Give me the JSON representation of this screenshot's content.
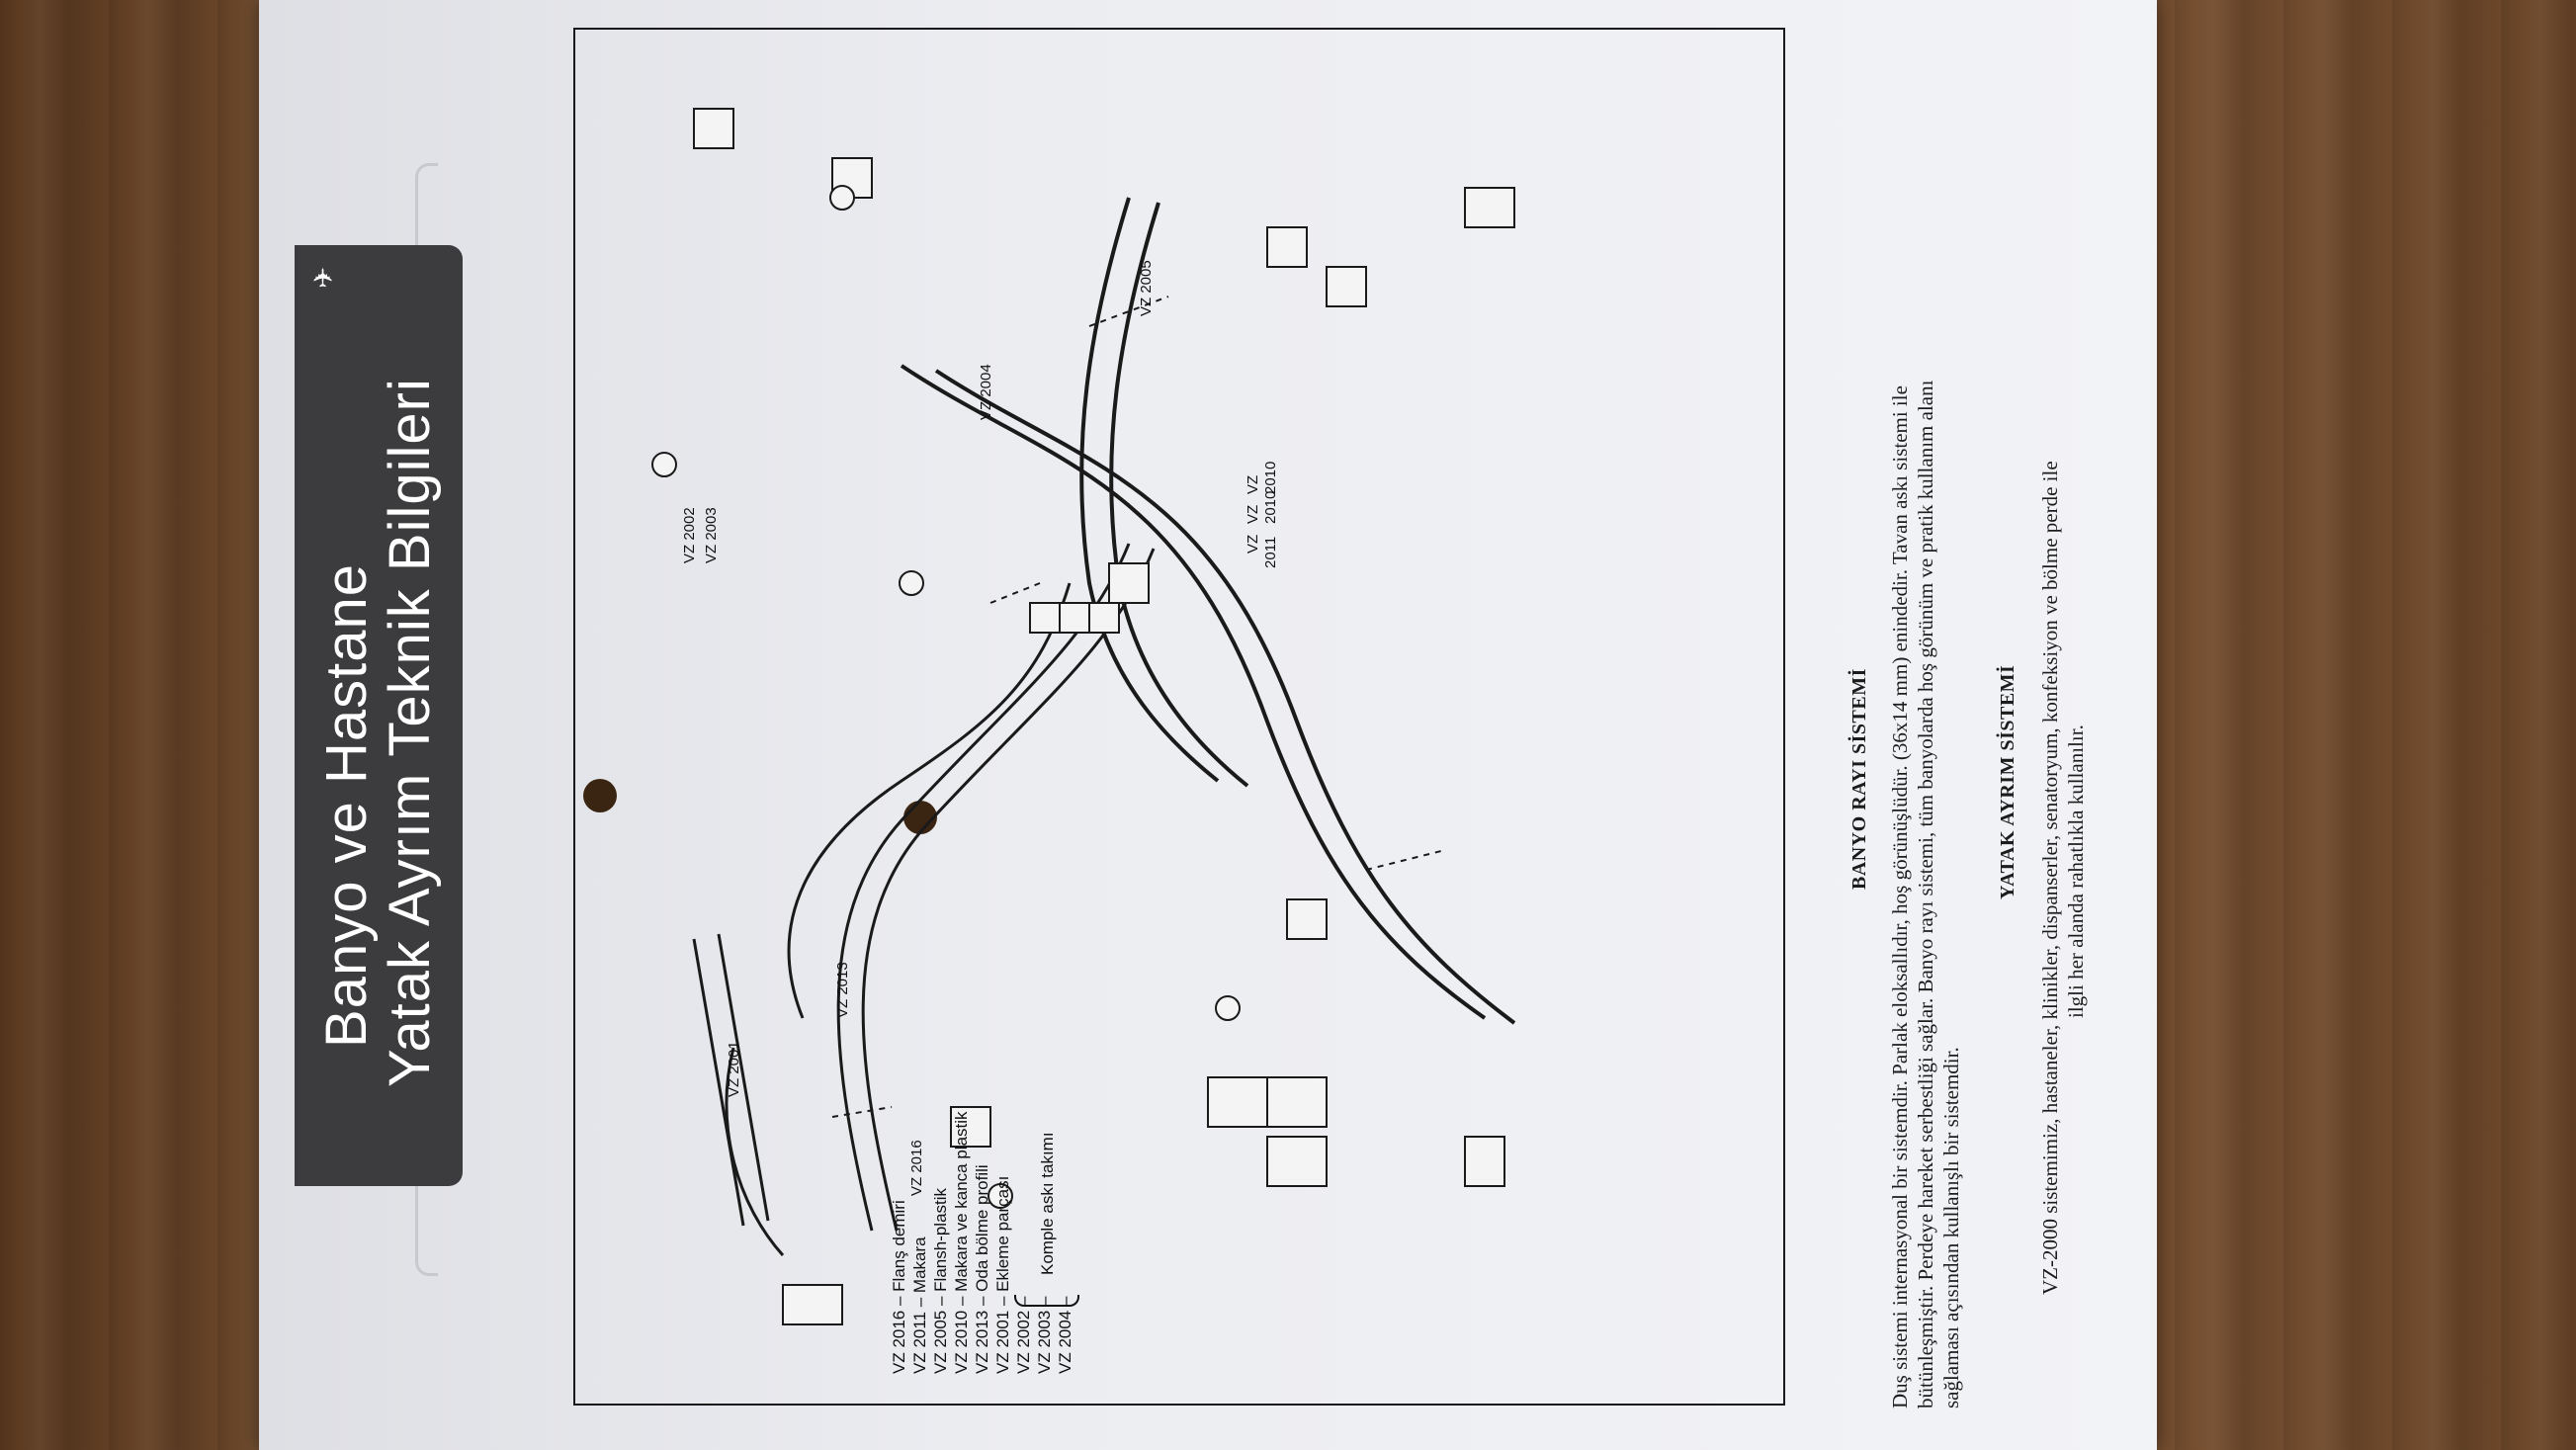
{
  "header": {
    "title_line1": "Banyo ve Hastane",
    "title_line2": "Yatak Ayrım Teknik Bilgileri"
  },
  "diagram": {
    "part_labels": [
      "VZ 2002",
      "VZ 2003",
      "VZ 2004",
      "VZ 2005",
      "VZ 2001",
      "VZ 2013",
      "VZ 2016",
      "VZ",
      "VZ",
      "VZ",
      "2010",
      "2011",
      "2010"
    ]
  },
  "legend": {
    "items": [
      "VZ 2016 – Flanş demiri",
      "VZ 2011 – Makara",
      "VZ 2005 – Flansh-plastik",
      "VZ 2010 – Makara ve kanca plastik",
      "VZ 2013 – Oda bölme profili",
      "VZ 2001 – Ekleme parçası",
      "VZ 2002 –",
      "VZ 2003 –",
      "VZ 2004 –"
    ],
    "group_label": "Komple askı takımı"
  },
  "sections": {
    "banyo_heading": "BANYO RAYI SİSTEMİ",
    "banyo_lines": [
      "Duş sistemi internasyonal bir sistemdir. Parlak eloksallıdır, hoş görünüşlüdür. (36x14 mm) enindedir. Tavan askı sistemi ile",
      "bütünleşmiştir. Perdeye hareket serbestliği sağlar. Banyo rayı sistemi, tüm banyolarda hoş görünüm ve pratik kullanım alanı",
      "sağlaması açısından kullanışlı bir sistemdir."
    ],
    "yatak_heading": "YATAK AYRIM SİSTEMİ",
    "yatak_lines": [
      "VZ-2000 sistemimiz, hastaneler, klinikler, dispanserler, senatoryum, konfeksiyon ve bölme perde ile",
      "ilgli her alanda rahatlıkla kullanılır."
    ]
  }
}
